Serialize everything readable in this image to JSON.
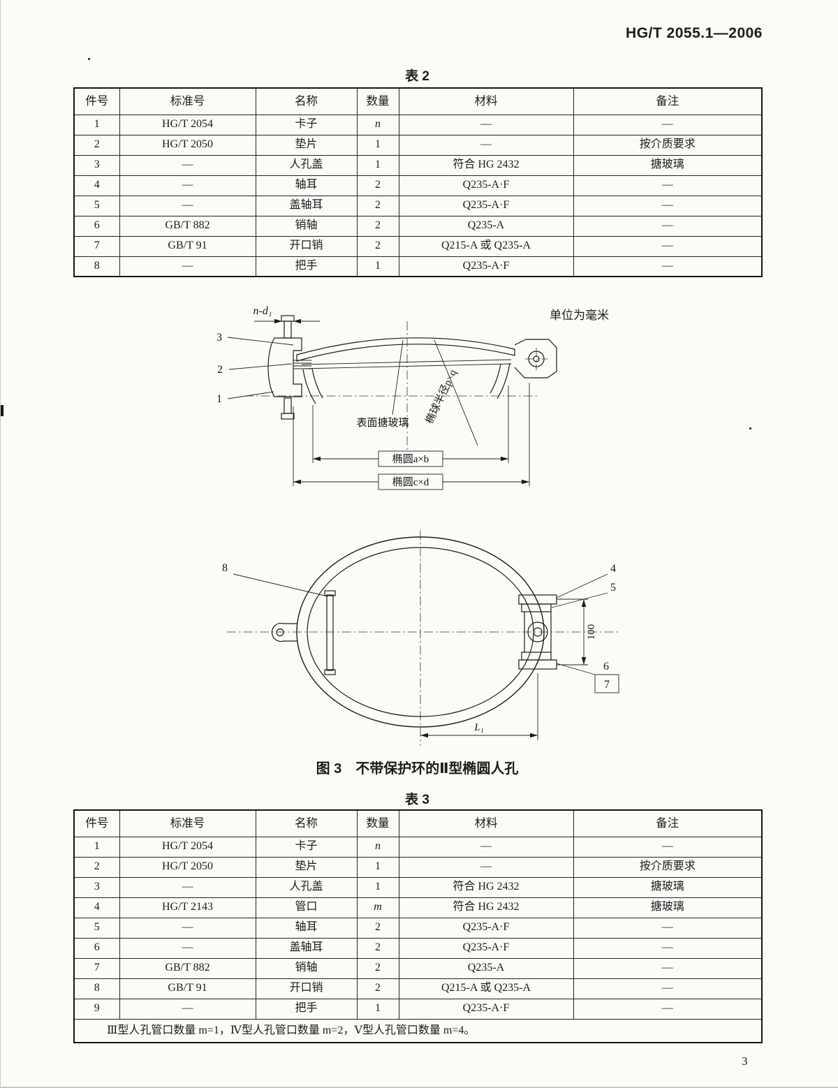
{
  "doc": {
    "standard_number": "HG/T 2055.1—2006",
    "units_note": "单位为毫米",
    "page_number": "3"
  },
  "table2": {
    "title": "表 2",
    "headers": [
      "件号",
      "标准号",
      "名称",
      "数量",
      "材料",
      "备注"
    ],
    "rows": [
      [
        "1",
        "HG/T 2054",
        "卡子",
        "n",
        "—",
        "—"
      ],
      [
        "2",
        "HG/T 2050",
        "垫片",
        "1",
        "—",
        "按介质要求"
      ],
      [
        "3",
        "—",
        "人孔盖",
        "1",
        "符合 HG 2432",
        "搪玻璃"
      ],
      [
        "4",
        "—",
        "轴耳",
        "2",
        "Q235-A·F",
        "—"
      ],
      [
        "5",
        "—",
        "盖轴耳",
        "2",
        "Q235-A·F",
        "—"
      ],
      [
        "6",
        "GB/T 882",
        "销轴",
        "2",
        "Q235-A",
        "—"
      ],
      [
        "7",
        "GB/T 91",
        "开口销",
        "2",
        "Q215-A 或 Q235-A",
        "—"
      ],
      [
        "8",
        "—",
        "把手",
        "1",
        "Q235-A·F",
        "—"
      ]
    ]
  },
  "figure3": {
    "caption": "图 3　不带保护环的Ⅱ型椭圆人孔",
    "section": {
      "n_d1": "n-d₁",
      "c3": "3",
      "c2": "2",
      "c1": "1",
      "surface": "表面搪玻璃",
      "radius": "椭球半径p×q",
      "dim_ab": "椭圆a×b",
      "dim_cd": "椭圆c×d"
    },
    "plan": {
      "c8": "8",
      "c4": "4",
      "c5": "5",
      "c6": "6",
      "c7": "7",
      "dim100": "100",
      "dimL1": "L₁"
    }
  },
  "table3": {
    "title": "表 3",
    "headers": [
      "件号",
      "标准号",
      "名称",
      "数量",
      "材料",
      "备注"
    ],
    "rows": [
      [
        "1",
        "HG/T 2054",
        "卡子",
        "n",
        "—",
        "—"
      ],
      [
        "2",
        "HG/T 2050",
        "垫片",
        "1",
        "—",
        "按介质要求"
      ],
      [
        "3",
        "—",
        "人孔盖",
        "1",
        "符合 HG 2432",
        "搪玻璃"
      ],
      [
        "4",
        "HG/T 2143",
        "管口",
        "m",
        "符合 HG 2432",
        "搪玻璃"
      ],
      [
        "5",
        "—",
        "轴耳",
        "2",
        "Q235-A·F",
        "—"
      ],
      [
        "6",
        "—",
        "盖轴耳",
        "2",
        "Q235-A·F",
        "—"
      ],
      [
        "7",
        "GB/T 882",
        "销轴",
        "2",
        "Q235-A",
        "—"
      ],
      [
        "8",
        "GB/T 91",
        "开口销",
        "2",
        "Q215-A 或 Q235-A",
        "—"
      ],
      [
        "9",
        "—",
        "把手",
        "1",
        "Q235-A·F",
        "—"
      ]
    ],
    "footnote": "Ⅲ型人孔管口数量 m=1，Ⅳ型人孔管口数量 m=2，Ⅴ型人孔管口数量 m=4。"
  }
}
